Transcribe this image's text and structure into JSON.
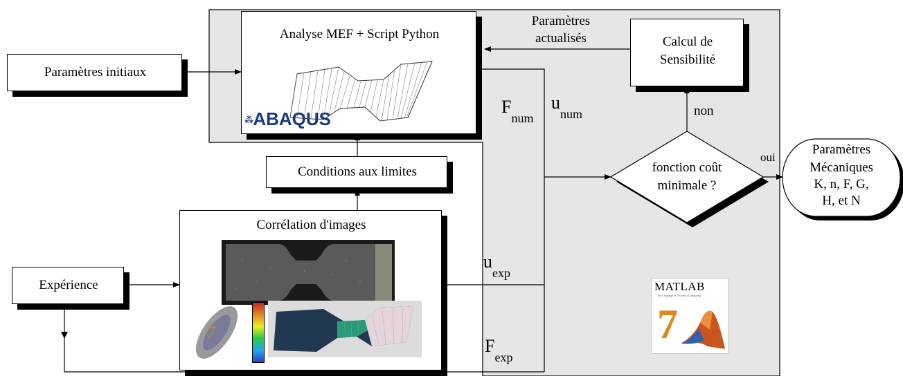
{
  "boxes": {
    "analyse_title": "Analyse MEF + Script Python",
    "abaqus_logo": "ABAQUS",
    "parametres_initiaux": "Paramètres initiaux",
    "calcul_line1": "Calcul de",
    "calcul_line2": "Sensibilité",
    "conditions": "Conditions aux limites",
    "correlation_title": "Corrélation d'images",
    "experience": "Expérience",
    "decision_line1": "fonction coût",
    "decision_line2": "minimale ?",
    "output_line1": "Paramètres",
    "output_line2": "Mécaniques",
    "output_line3": "K, n, F, G,",
    "output_line4": "H, et N",
    "matlab_logo": "MATLAB",
    "matlab_tagline": "The Language of Technical Computing",
    "matlab_version": "7"
  },
  "labels": {
    "param_act_line1": "Paramètres",
    "param_act_line2": "actualisés",
    "non": "non",
    "oui": "oui",
    "F_num": "F",
    "F_num_sub": "num",
    "u_num": "u",
    "u_num_sub": "num",
    "u_exp": "u",
    "u_exp_sub": "exp",
    "F_exp": "F",
    "F_exp_sub": "exp"
  }
}
